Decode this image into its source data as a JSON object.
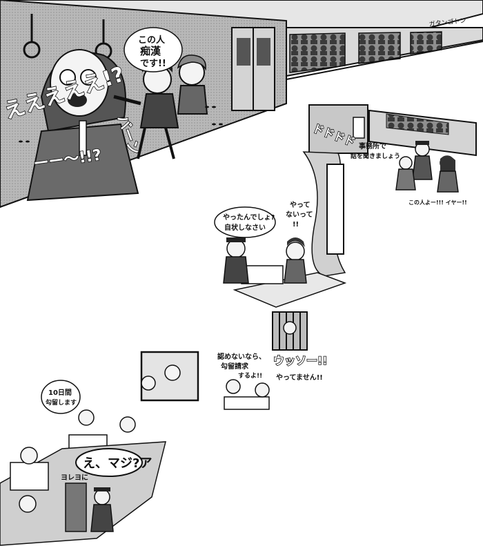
{
  "panels": {
    "train_car": {
      "accuser_speech": [
        "この人",
        "痴漢",
        "です!!"
      ],
      "shock_sfx_1": "えええええ!?",
      "shock_sfx_2": "ーー〜!!?",
      "slap_sfx": "バーン"
    },
    "long_train": {
      "rumble_sfx": "ガタンゴトン"
    },
    "station_office": {
      "officer_speech": [
        "事務所で",
        "話を聞きましょう"
      ],
      "woman_shout": "この人よー!!! イヤー!!"
    },
    "interrogation": {
      "officer_speech": [
        "やったんでしょ?",
        "自状しなさい"
      ],
      "suspect_speech": [
        "やって",
        "ないって",
        "!!"
      ],
      "fall_sfx": "ドドドド"
    },
    "jail": {
      "sfx": "ウッソー!!",
      "denial": "やってません!!"
    },
    "prosecutor": {
      "speech": [
        "認めないなら、",
        "勾留請求",
        "するよ!!"
      ]
    },
    "judge": {
      "speech": [
        "10日間",
        "勾留します"
      ]
    },
    "final": {
      "shock": "え、マジ?ア",
      "small_text": "ヨレヨに"
    }
  }
}
